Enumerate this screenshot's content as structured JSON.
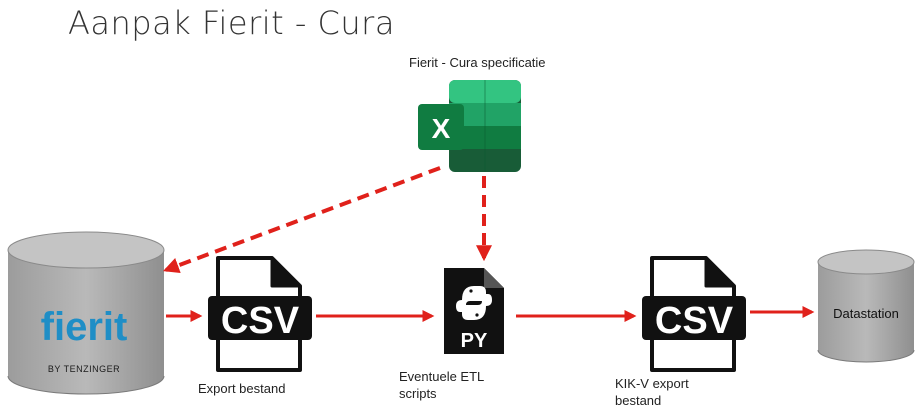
{
  "title": "Aanpak Fierit - Cura",
  "excel": {
    "label": "Fierit - Cura specificatie",
    "letter": "X"
  },
  "source_db": {
    "logo_text": "fierit",
    "logo_sub": "BY TENZINGER"
  },
  "nodes": {
    "export_file": {
      "badge": "CSV",
      "label": "Export bestand"
    },
    "etl_scripts": {
      "badge": "PY",
      "label_line1": "Eventuele ETL",
      "label_line2": "scripts"
    },
    "kikv_export": {
      "badge": "CSV",
      "label_line1": "KIK-V export",
      "label_line2": "bestand"
    },
    "datastation": {
      "label": "Datastation"
    }
  },
  "colors": {
    "arrow": "#e0211b",
    "cylinder": "#a9a9a9",
    "excel_green": "#21a366",
    "excel_dark": "#107c41",
    "fierit_blue": "#1f8ec6"
  },
  "icons": [
    "excel-icon",
    "database-icon",
    "csv-file-icon",
    "python-file-icon"
  ]
}
